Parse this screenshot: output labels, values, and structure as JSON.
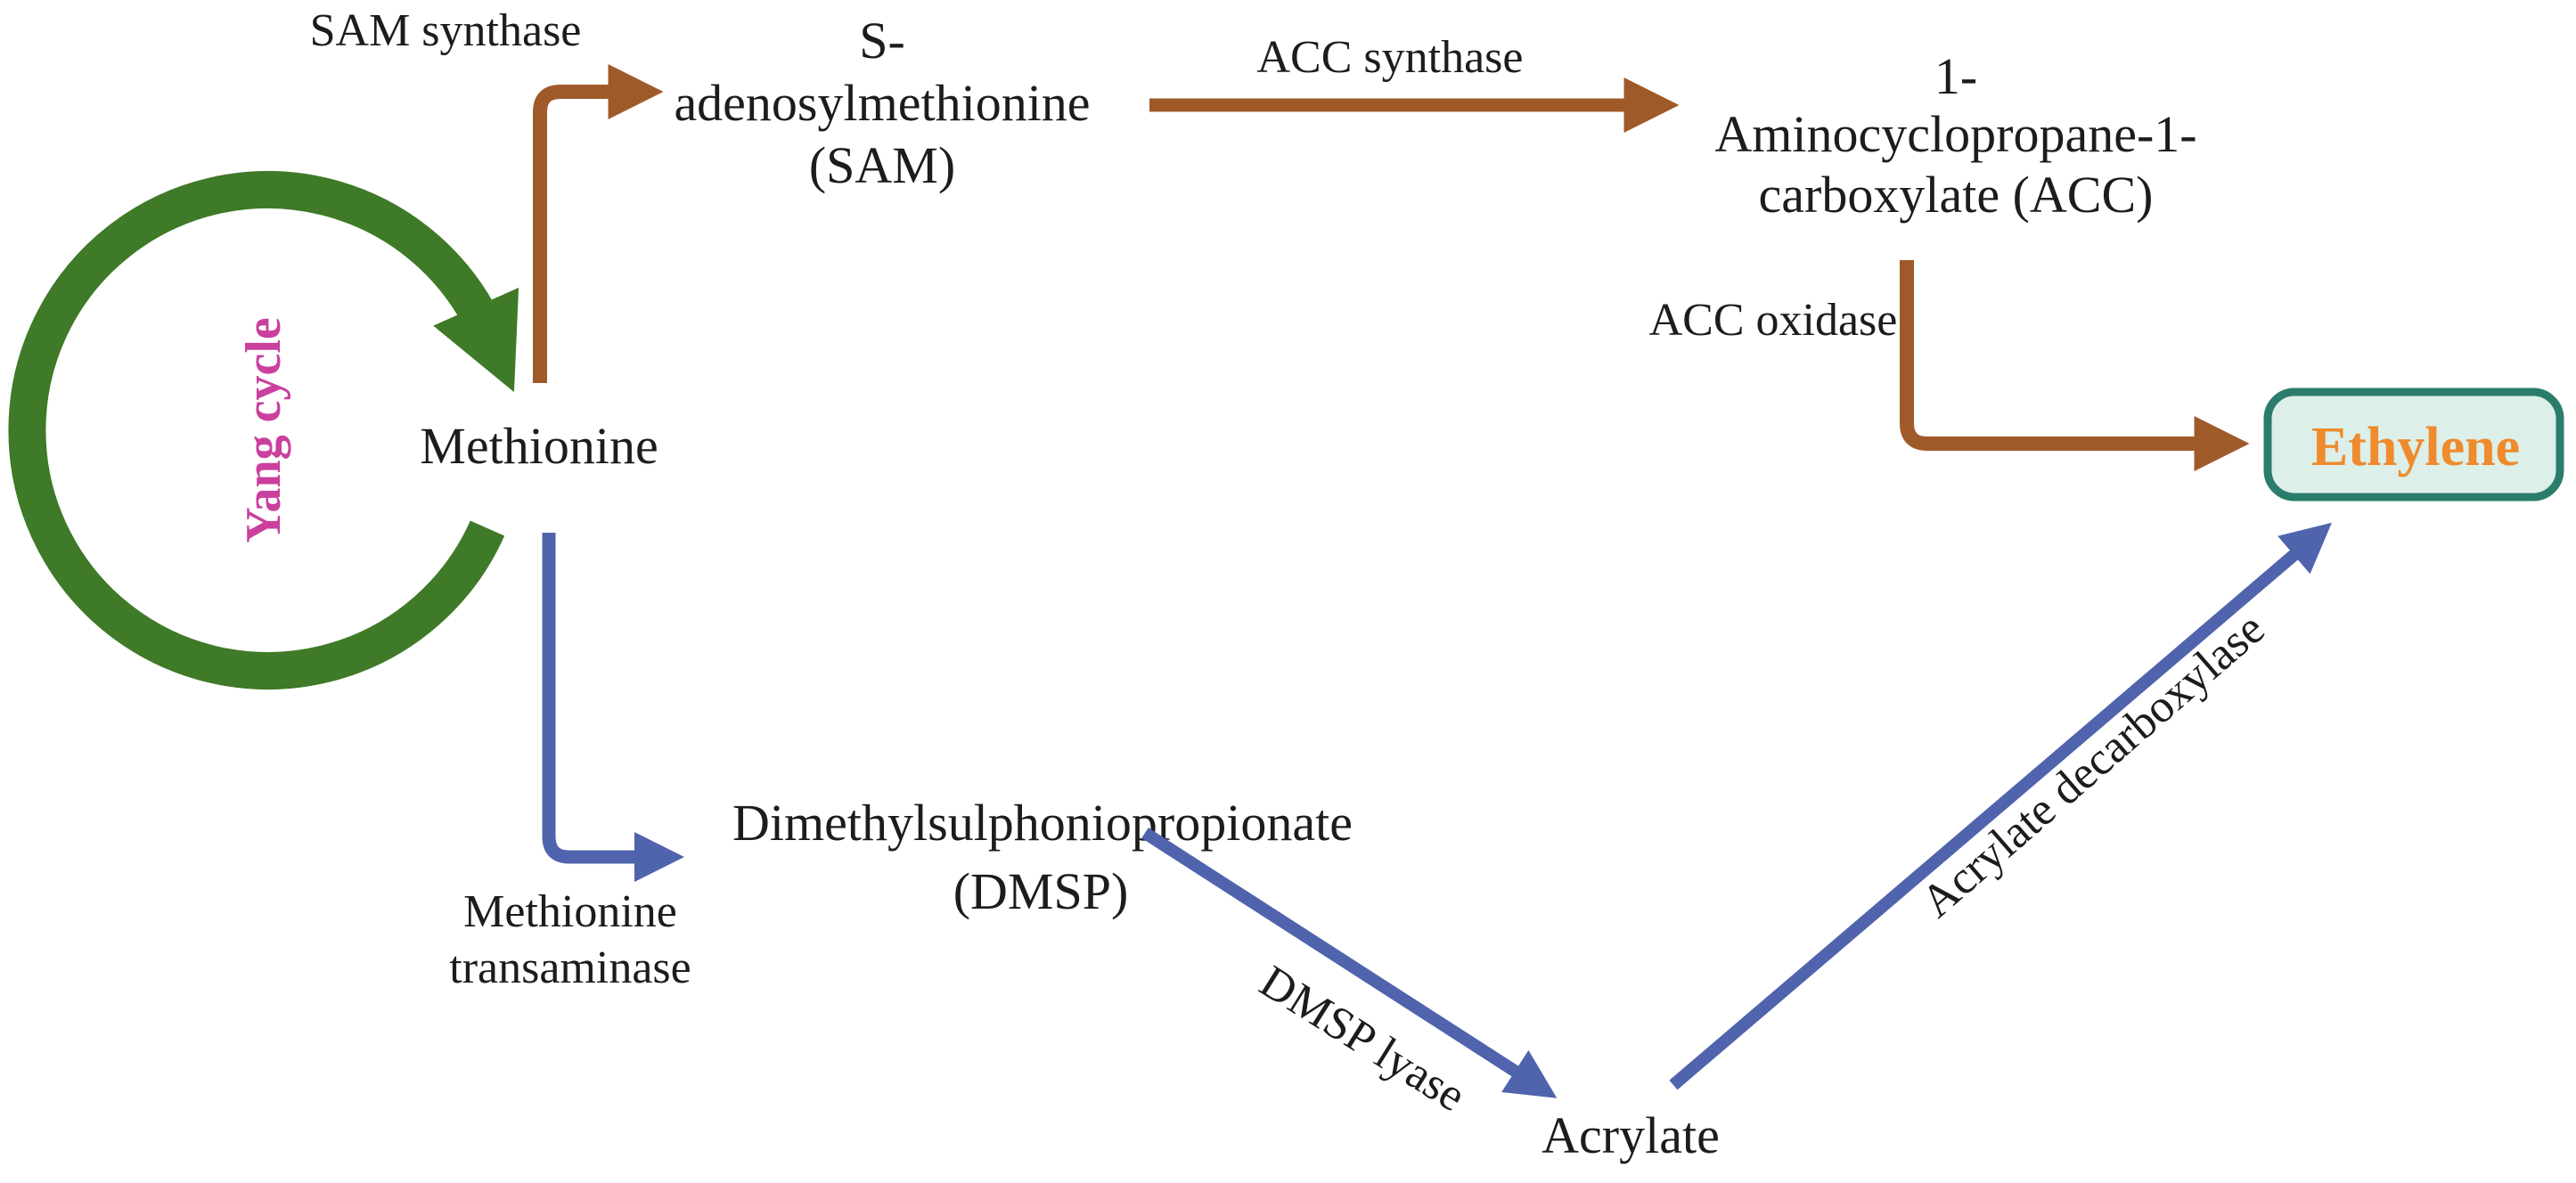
{
  "diagram": {
    "cycle": {
      "label": "Yang cycle"
    },
    "nodes": {
      "methionine": {
        "label": "Methionine"
      },
      "sam": {
        "line1": "S-",
        "line2": "adenosylmethionine",
        "line3": "(SAM)"
      },
      "acc": {
        "line1": "1-",
        "line2": "Aminocyclopropane-1-",
        "line3": "carboxylate (ACC)"
      },
      "dmsp": {
        "line1": "Dimethylsulphoniopropionate",
        "line2": "(DMSP)"
      },
      "acrylate": {
        "label": "Acrylate"
      },
      "ethylene": {
        "label": "Ethylene"
      }
    },
    "enzymes": {
      "sam_synthase": {
        "label": "SAM synthase"
      },
      "acc_synthase": {
        "label": "ACC synthase"
      },
      "acc_oxidase": {
        "label": "ACC oxidase"
      },
      "methionine_transaminase": {
        "line1": "Methionine",
        "line2": "transaminase"
      },
      "dmsp_lyase": {
        "label": "DMSP lyase"
      },
      "acrylate_decarboxylase": {
        "label": "Acrylate decarboxylase"
      }
    }
  },
  "colors": {
    "cycle_green": "#3e7a27",
    "cycle_label_pink": "#cb3f9d",
    "enzyme_brown": "#a05a2a",
    "pathway_blue": "#5063ad",
    "text_black": "#1c1c1c",
    "ethylene_text_orange": "#ef8a2d",
    "ethylene_box_border_teal": "#2b7d6b",
    "ethylene_box_fill_mint": "#dcefe8"
  }
}
